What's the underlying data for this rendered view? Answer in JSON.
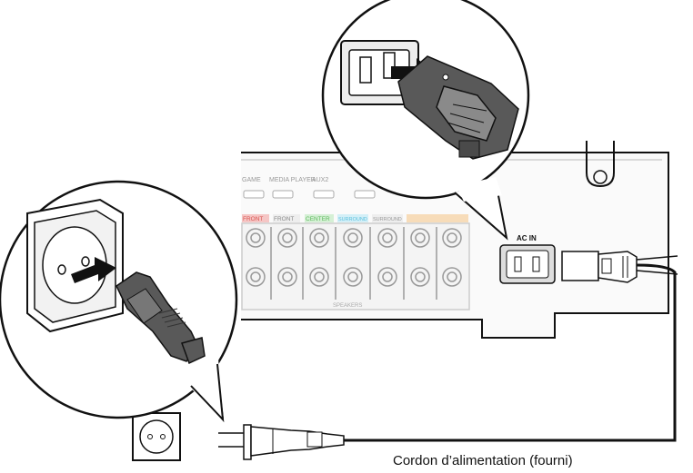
{
  "caption": "Cordon d’alimentation (fourni)",
  "receiver": {
    "ac_in_label": "AC IN",
    "input_labels": [
      "GAME",
      "MEDIA PLAYER",
      "AUX2"
    ],
    "speaker_terminal_labels": [
      "FRONT",
      "FRONT",
      "CENTER",
      "SURROUND",
      "SURROUND"
    ],
    "speaker_section_label": "SPEAKERS"
  },
  "icons": [
    "power-outlet-icon",
    "power-plug-icon",
    "iec-connector-icon",
    "insert-arrow-icon"
  ],
  "colors": {
    "line": "#111111",
    "panel": "#f2f2f2",
    "plug_dark": "#595959",
    "terminal_front": "#d9534f",
    "terminal_center": "#5cb85c",
    "terminal_surround": "#5bc0de",
    "terminal_back": "#e89b3c"
  }
}
